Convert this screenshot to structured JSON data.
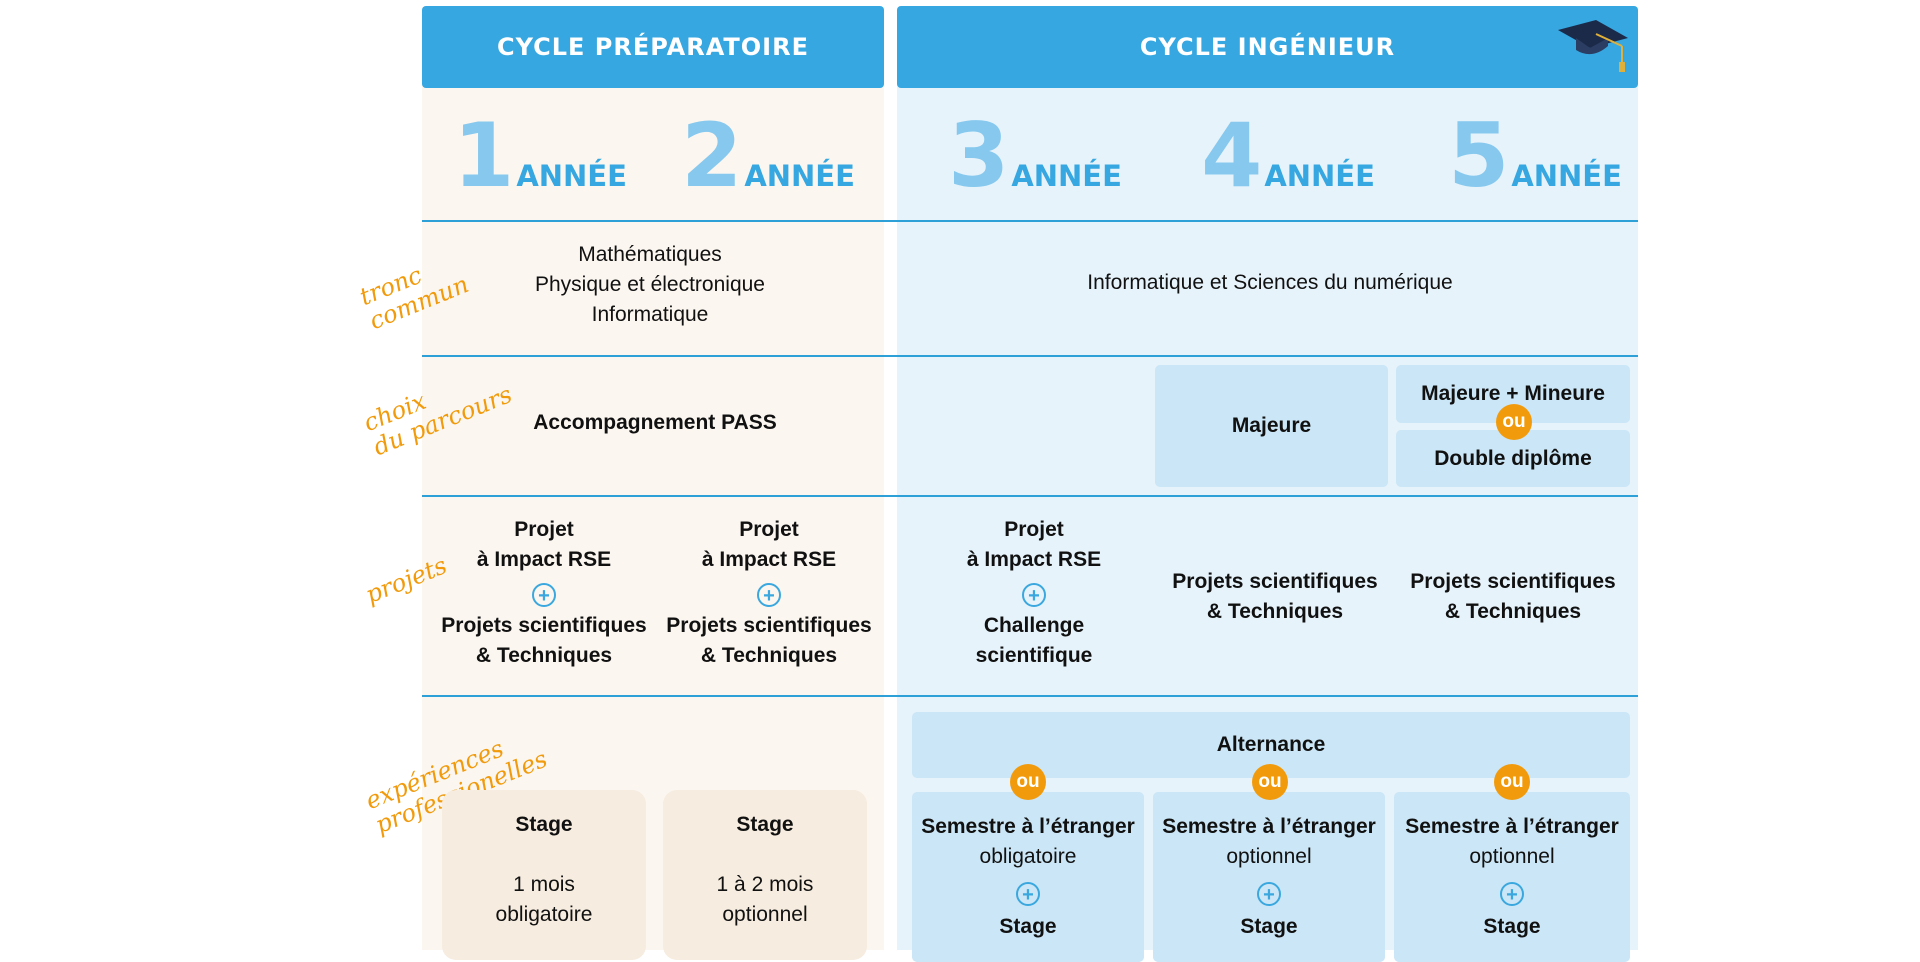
{
  "headers": {
    "prep": "CYCLE PRÉPARATOIRE",
    "ing": "CYCLE INGÉNIEUR"
  },
  "years": [
    {
      "num": "1",
      "label": "ANNÉE"
    },
    {
      "num": "2",
      "label": "ANNÉE"
    },
    {
      "num": "3",
      "label": "ANNÉE"
    },
    {
      "num": "4",
      "label": "ANNÉE"
    },
    {
      "num": "5",
      "label": "ANNÉE"
    }
  ],
  "side_labels": {
    "tronc": [
      "tronc",
      "commun"
    ],
    "choix": [
      "choix",
      "du parcours"
    ],
    "projets": [
      "projets"
    ],
    "exp": [
      "expériences",
      "professionelles"
    ]
  },
  "tronc_commun": {
    "prep": [
      "Mathématiques",
      "Physique et électronique",
      "Informatique"
    ],
    "ing": "Informatique et Sciences du numérique"
  },
  "choix": {
    "prep": "Accompagnement PASS",
    "majeure": "Majeure",
    "majeure_mineure": "Majeure + Mineure",
    "double": "Double diplôme",
    "ou": "ou"
  },
  "projets": {
    "y1": {
      "top": [
        "Projet",
        "à Impact RSE"
      ],
      "bottom": [
        "Projets scientifiques",
        "& Techniques"
      ]
    },
    "y2": {
      "top": [
        "Projet",
        "à Impact RSE"
      ],
      "bottom": [
        "Projets scientifiques",
        "& Techniques"
      ]
    },
    "y3": {
      "top": [
        "Projet",
        "à Impact RSE"
      ],
      "bottom": [
        "Challenge",
        "scientifique"
      ]
    },
    "y4": [
      "Projets scientifiques",
      "& Techniques"
    ],
    "y5": [
      "Projets scientifiques",
      "& Techniques"
    ],
    "plus": "+"
  },
  "experiences": {
    "y1": {
      "title": "Stage",
      "lines": [
        "1 mois",
        "obligatoire"
      ]
    },
    "y2": {
      "title": "Stage",
      "lines": [
        "1 à 2 mois",
        "optionnel"
      ]
    },
    "alternance": "Alternance",
    "ou": "ou",
    "y3": {
      "title": "Semestre à l’étranger",
      "sub": "obligatoire",
      "stage": "Stage"
    },
    "y4": {
      "title": "Semestre à l’étranger",
      "sub": "optionnel",
      "stage": "Stage"
    },
    "y5": {
      "title": "Semestre à l’étranger",
      "sub": "optionnel",
      "stage": "Stage"
    }
  },
  "colors": {
    "accent": "#36a7e0",
    "orange": "#f19b0c",
    "prep_bg": "#fbf6f0",
    "ing_bg": "#e6f3fb"
  },
  "icons": [
    "graduation-cap-icon",
    "plus-circle-icon"
  ]
}
